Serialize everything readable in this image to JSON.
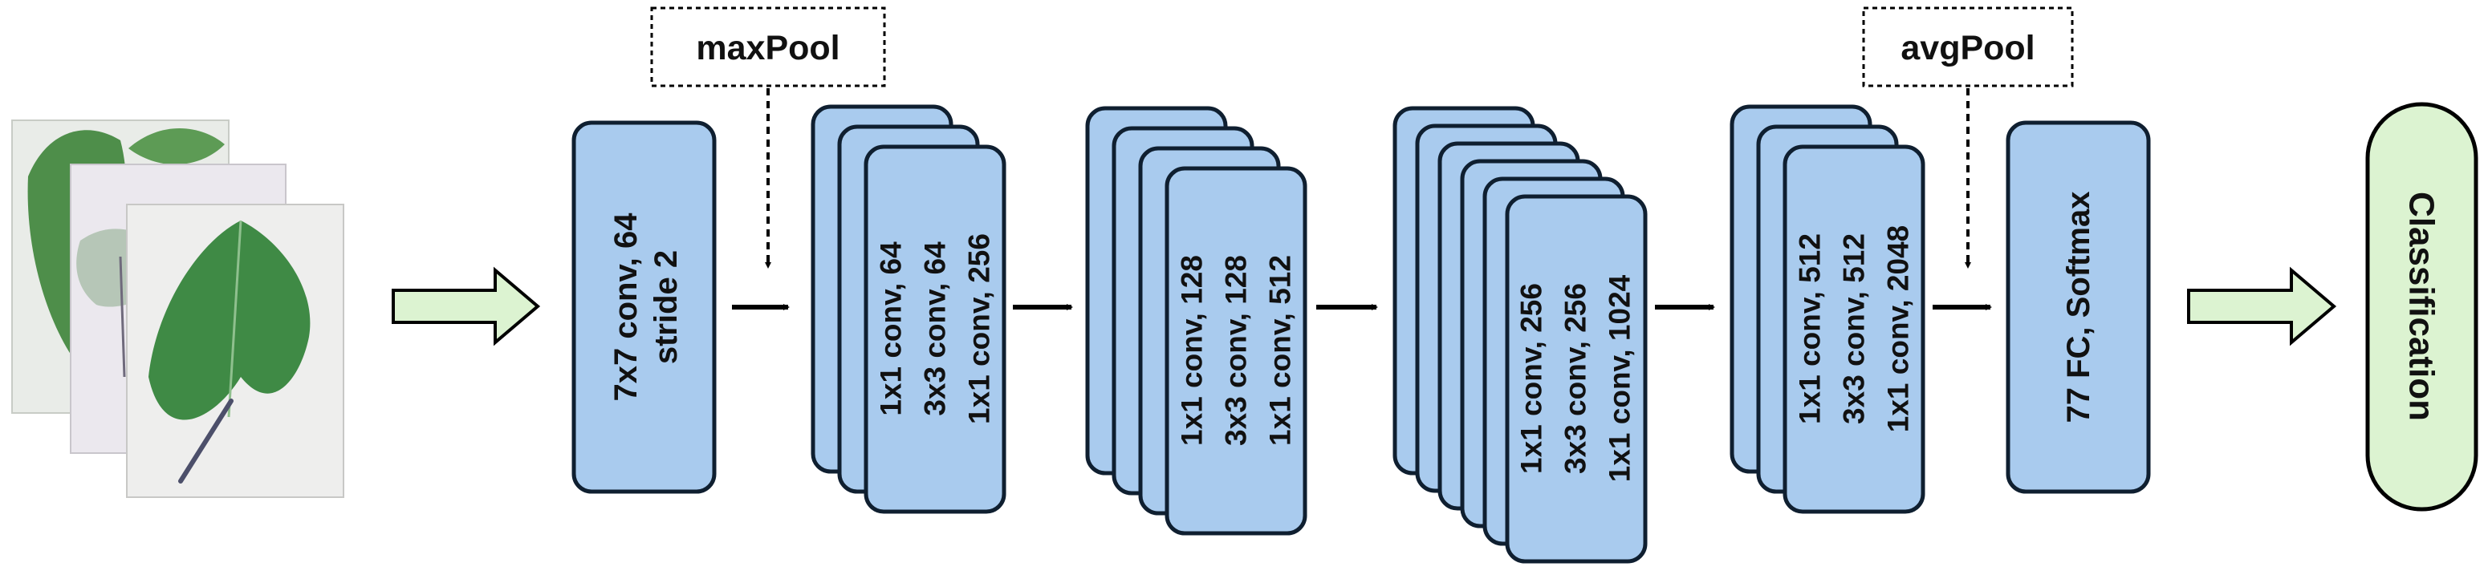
{
  "colors": {
    "block_fill": "#a9cbee",
    "block_stroke": "#0f1f30",
    "io_fill": "#dcf3d1",
    "arrow": "#000000",
    "pool_border": "#000000"
  },
  "input": {
    "image_count": 3,
    "icon": "leaf-photo-icon"
  },
  "stem": {
    "line1": "7x7 conv, 64",
    "line2": "stride 2"
  },
  "pools": {
    "max": "maxPool",
    "avg": "avgPool"
  },
  "stages": [
    {
      "stack": 3,
      "lines": [
        "1x1 conv, 64",
        "3x3 conv, 64",
        "1x1 conv, 256"
      ]
    },
    {
      "stack": 4,
      "lines": [
        "1x1 conv, 128",
        "3x3 conv, 128",
        "1x1 conv, 512"
      ]
    },
    {
      "stack": 6,
      "lines": [
        "1x1 conv, 256",
        "3x3 conv, 256",
        "1x1 conv, 1024"
      ]
    },
    {
      "stack": 3,
      "lines": [
        "1x1 conv, 512",
        "3x3 conv, 512",
        "1x1 conv, 2048"
      ]
    }
  ],
  "fc": {
    "label": "77 FC, Softmax"
  },
  "output": {
    "label": "Classification"
  }
}
